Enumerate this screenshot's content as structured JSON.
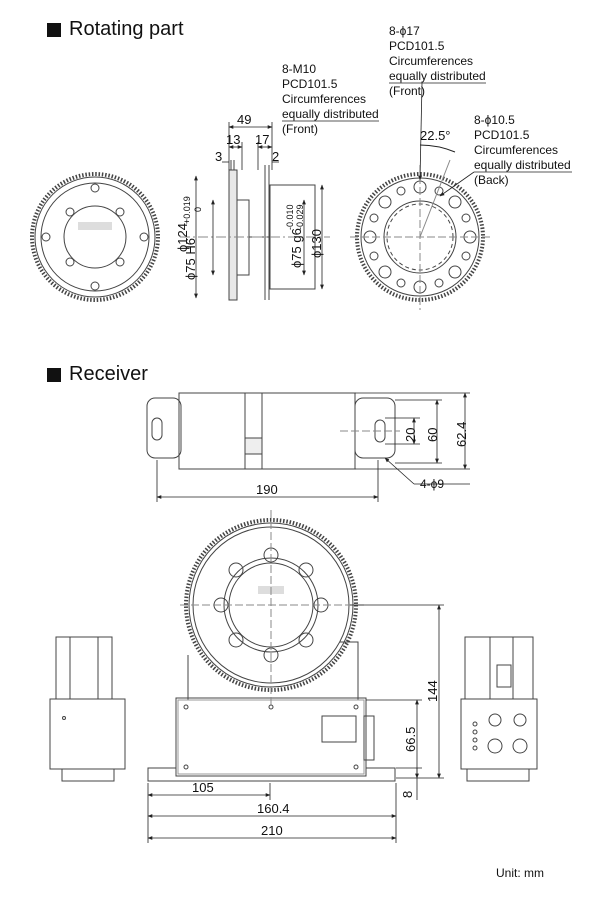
{
  "sections": {
    "rotating_part": "Rotating part",
    "receiver": "Receiver"
  },
  "notes": {
    "m10": "8-M10\nPCD101.5\nCircumferences\nequally distributed\n(Front)",
    "phi17": "8-ϕ17\nPCD101.5\nCircumferences\nequally distributed\n(Front)",
    "phi10_5": "8-ϕ10.5\nPCD101.5\nCircumferences\nequally distributed\n(Back)",
    "holes_phi9": "4-ϕ9"
  },
  "dims": {
    "d49": "49",
    "d13": "13",
    "d17": "17",
    "d3": "3",
    "d2": "2",
    "angle": "22.5°",
    "phi124": "ϕ124",
    "phi75h6": "ϕ75 H6",
    "tol_h6_upper": "+0.019",
    "tol_h6_lower": "0",
    "phi75g6": "ϕ75 g6",
    "tol_g6_upper": "-0.010",
    "tol_g6_lower": "-0.029",
    "phi130": "ϕ130",
    "d20": "20",
    "d60": "60",
    "d62_4": "62.4",
    "d190": "190",
    "d144": "144",
    "d66_5": "66.5",
    "d8": "8",
    "d105": "105",
    "d160_4": "160.4",
    "d210": "210"
  },
  "unit": "Unit: mm"
}
